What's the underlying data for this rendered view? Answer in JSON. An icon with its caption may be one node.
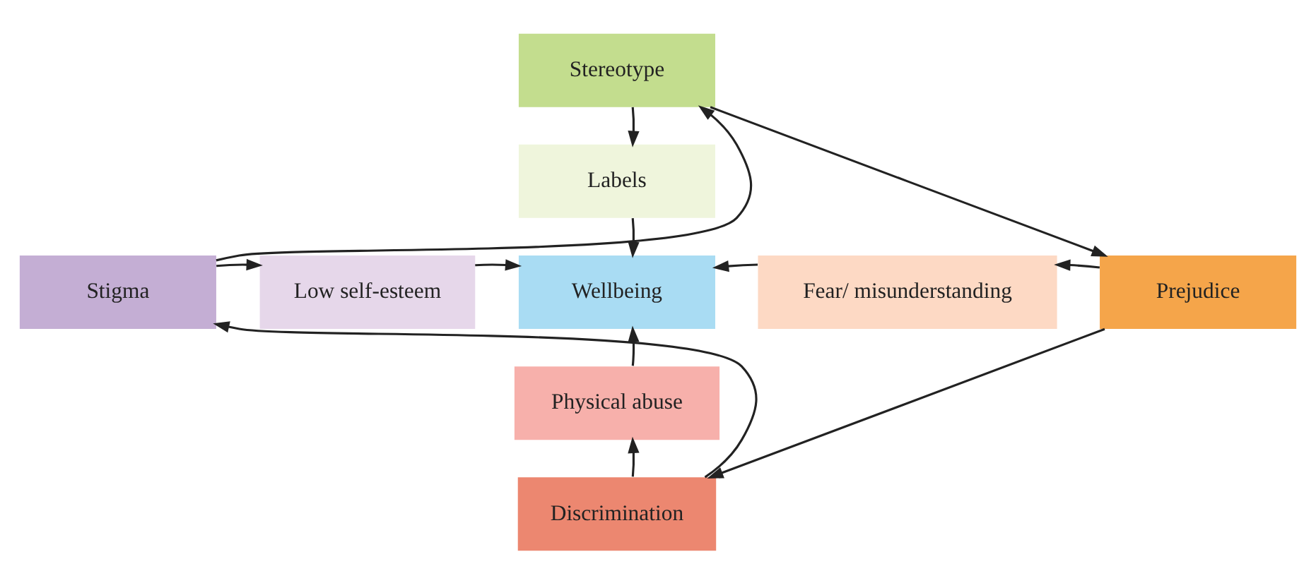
{
  "diagram": {
    "nodes": [
      {
        "text": [
          "Stereotype"
        ]
      },
      {
        "text": [
          "Labels"
        ]
      },
      {
        "text": [
          "Stigma"
        ]
      },
      {
        "text": [
          "Low self-esteem"
        ]
      },
      {
        "text": [
          "Wellbeing"
        ]
      },
      {
        "text": [
          "Fear/ misunderstanding"
        ]
      },
      {
        "text": [
          "Prejudice"
        ]
      },
      {
        "text": [
          "Physical abuse"
        ]
      },
      {
        "text": [
          "Discrimination"
        ]
      }
    ],
    "edges": [
      {
        "from": 2,
        "to": 0,
        "arrow": "to"
      },
      {
        "from": 0,
        "to": 6,
        "arrow": "to"
      },
      {
        "from": 0,
        "to": 1,
        "arrow": "to"
      },
      {
        "from": 1,
        "to": 4,
        "arrow": "to"
      },
      {
        "from": 2,
        "to": 3,
        "arrow": "to"
      },
      {
        "from": 3,
        "to": 4,
        "arrow": "to"
      },
      {
        "from": 5,
        "to": 4,
        "arrow": "to"
      },
      {
        "from": 6,
        "to": 5,
        "arrow": "to"
      },
      {
        "from": 7,
        "to": 4,
        "arrow": "to"
      },
      {
        "from": 8,
        "to": 7,
        "arrow": "to"
      },
      {
        "from": 6,
        "to": 8,
        "arrow": "to"
      },
      {
        "from": 8,
        "to": 2,
        "arrow": "to"
      }
    ]
  }
}
